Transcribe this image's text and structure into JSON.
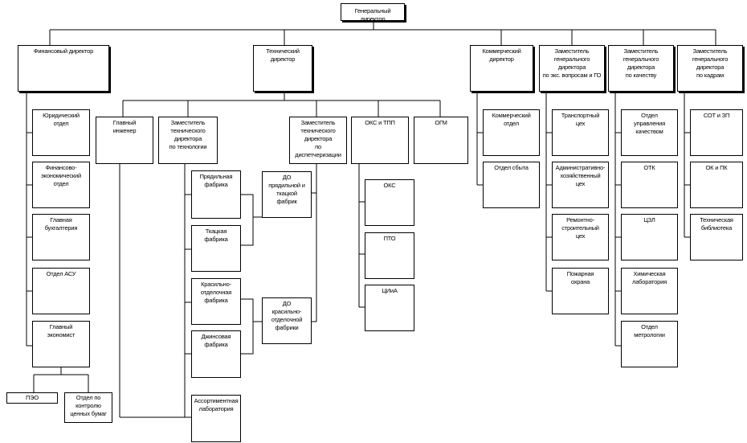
{
  "org": {
    "root": "Генеральный директор",
    "fin_dir": "Финансовый директор",
    "tech_dir": "Технический\nдиректор",
    "comm_dir": "Коммерческий\nдиректор",
    "dep_gen_eco": "Заместитель\nгенерального\nдиректора\nпо экс. вопросам и ГО",
    "dep_gen_quality": "Заместитель\nгенерального\nдиректора\nпо качеству",
    "dep_gen_hr": "Заместитель\nгенерального\nдиректора\nпо кадрам",
    "fin": {
      "legal": "Юридический\nотдел",
      "fin_eco": "Финансово-\nэкономический\nотдел",
      "accounting": "Главная\nбухгалтерия",
      "asu": "Отдел АСУ",
      "chief_eco": "Главный\nэкономист",
      "pzo": "ПЭО",
      "securities": "Отдел по\nконтролю\nценных бумаг"
    },
    "tech": {
      "chief_eng": "Главный\nинженер",
      "dep_tech": "Заместитель\nтехнического\nдиректора\nпо технологии",
      "dep_disp": "Заместитель\nтехнического\nдиректора\nпо диспетчеризации",
      "oks": "ОКС и ТПП",
      "ogm": "ОГМ",
      "spinning": "Прядильная\nфабрика",
      "weaving": "Ткацкая\nфабрика",
      "finishing": "Красильно-\nотделочная\nфабрика",
      "denim": "Джинсовая\nфабрика",
      "lab": "Ассортиментная\nлаборатория",
      "do_spin": "ДО\nпрядильной и\nткацкой\nфабрик",
      "do_fin": "ДО\nкрасильно-\nотделочной\nфабрики",
      "okc": "ОКС",
      "pto": "ПТО",
      "tsia": "ЦИиА"
    },
    "comm": {
      "comm_dept": "Коммерческий отдел",
      "sales": "Отдел сбыта"
    },
    "eco": {
      "transport": "Транспортный\nцех",
      "admin": "Административно-\nхозяйственный\nцех",
      "repair": "Ремонтно-\nстроительный\nцех",
      "fire": "Пожарная\nохрана"
    },
    "quality": {
      "qc": "Отдел\nуправления\nкачеством",
      "otk": "ОТК",
      "czl": "ЦЗЛ",
      "chem_lab": "Химическая\nлаборатория",
      "metrology": "Отдел\nметрологии"
    },
    "hr": {
      "sot": "СОТ и ЗП",
      "okipk": "ОК и ПК",
      "library": "Техническая\nбиблиотека"
    }
  }
}
